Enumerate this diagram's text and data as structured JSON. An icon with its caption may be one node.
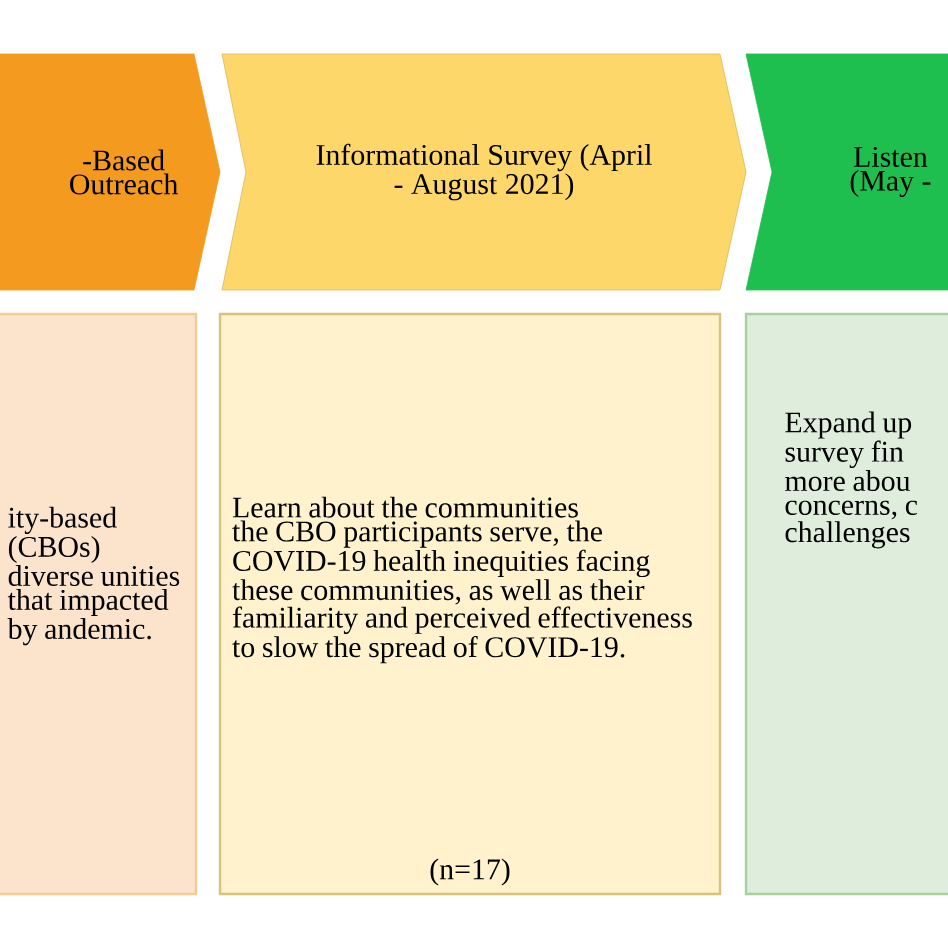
{
  "diagram": {
    "nodes": [
      {
        "text": [
          "-Based Outreach"
        ]
      },
      {
        "text": [
          "Informational Survey (April - August 2021)"
        ]
      },
      {
        "text": [
          "Listen (May -"
        ]
      },
      {
        "text": [
          "ity-based (CBOs) diverse unities that impacted by andemic."
        ]
      },
      {
        "text": [
          "Learn about the communities the CBO participants serve, the COVID-19 health inequities facing these communities, as well as their familiarity and perceived effectiveness to slow the spread of COVID-19.",
          "(n=17)"
        ]
      },
      {
        "text": [
          "Expand up survey fin more abou concerns, c challenges"
        ]
      }
    ]
  }
}
